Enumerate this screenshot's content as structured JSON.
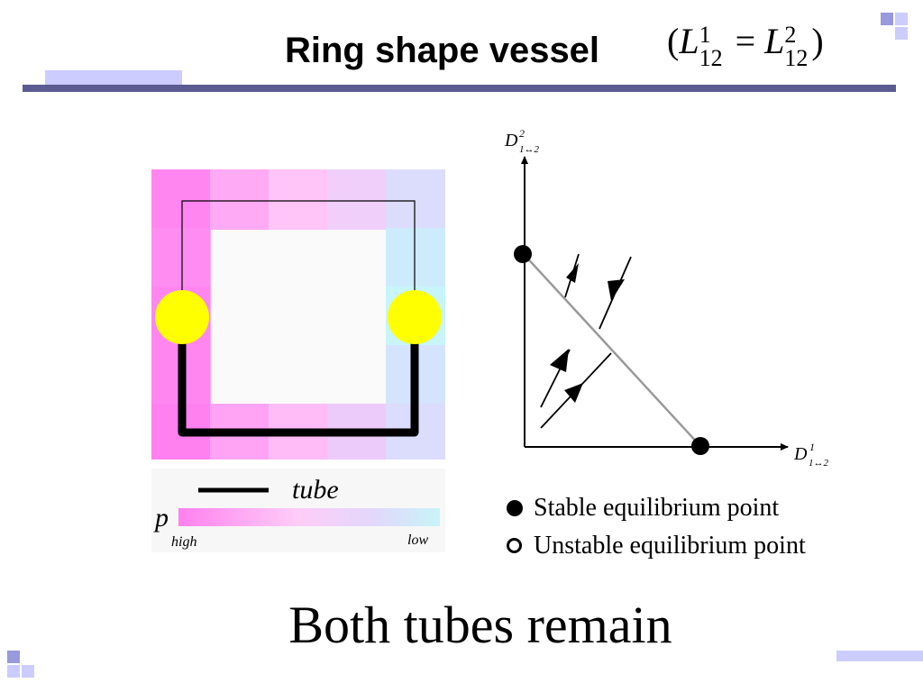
{
  "slide": {
    "title": "Ring shape vessel",
    "formula": {
      "open": "(",
      "L_left": "L",
      "L_left_sup": "1",
      "L_left_sub": "12",
      "equals": "=",
      "L_right": "L",
      "L_right_sup": "2",
      "L_right_sub": "12",
      "close": ")"
    },
    "caption": "Both tubes remain",
    "colors": {
      "accent_bar": "#5b5b92",
      "accent_light": "#ccccff",
      "high_pressure": "#ff80ee",
      "low_pressure": "#c8f4f8",
      "node": "#ffff00"
    }
  },
  "vessel": {
    "tube_label": "tube",
    "pressure_label": "p",
    "high_label": "high",
    "low_label": "low"
  },
  "phase_plot": {
    "y_axis": {
      "base": "D",
      "sup": "2",
      "sub": "1↔2"
    },
    "x_axis": {
      "base": "D",
      "sup": "1",
      "sub": "1↔2"
    }
  },
  "legend": {
    "stable": "Stable equilibrium point",
    "unstable": "Unstable equilibrium point"
  }
}
